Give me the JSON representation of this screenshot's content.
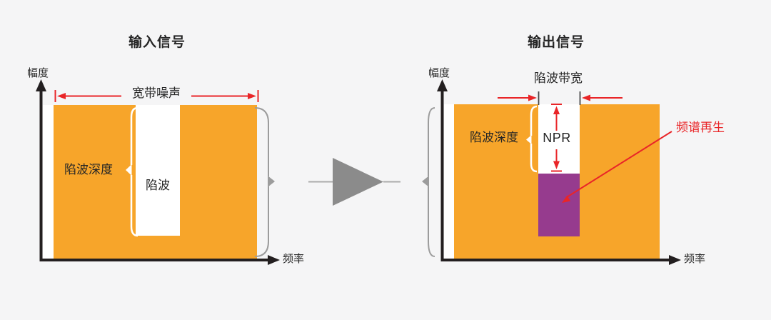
{
  "background_color": "#f5f5f6",
  "colors": {
    "noise_orange": "#f7a52a",
    "regrowth_purple": "#963b8e",
    "annotation_red": "#e92528",
    "amplifier_gray": "#8b8b8b",
    "axis_black": "#231f20",
    "brace_gray": "#9c9c9c",
    "notch_white": "#ffffff"
  },
  "input_chart": {
    "title": "输入信号",
    "y_axis_label": "幅度",
    "x_axis_label": "频率",
    "wideband_noise_label": "宽带噪声",
    "notch_depth_label": "陷波深度",
    "notch_label": "陷波"
  },
  "amplifier": {
    "icon": "amplifier-triangle-icon"
  },
  "output_chart": {
    "title": "输出信号",
    "y_axis_label": "幅度",
    "x_axis_label": "频率",
    "notch_bandwidth_label": "陷波带宽",
    "notch_depth_label": "陷波深度",
    "npr_label": "NPR",
    "spectral_regrowth_label": "频谱再生"
  }
}
